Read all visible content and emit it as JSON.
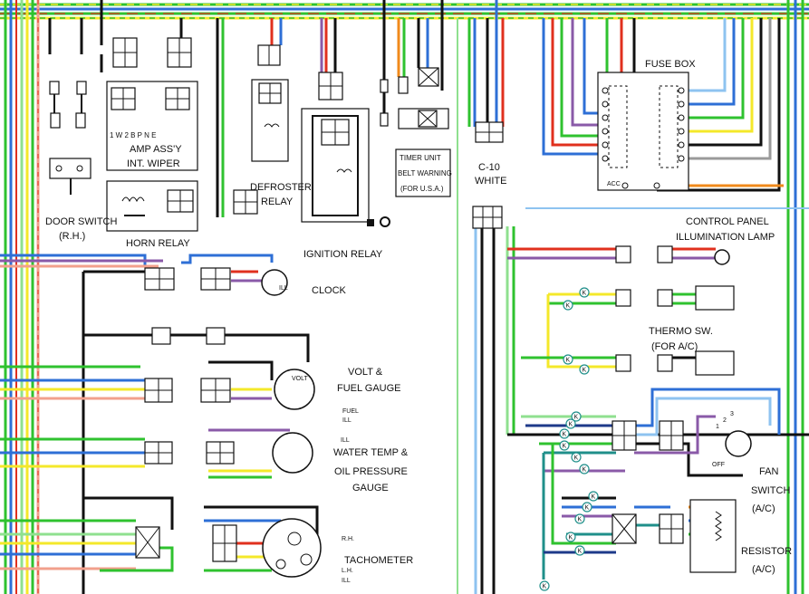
{
  "labels": {
    "door_switch": "DOOR SWITCH",
    "door_switch_side": "(R.H.)",
    "amp_pins": "1  W   2   B  P  N  E",
    "amp_assy": "AMP ASS'Y",
    "int_wiper": "INT. WIPER",
    "horn_relay": "HORN RELAY",
    "defroster": "DEFROSTER",
    "relay": "RELAY",
    "ignition_relay": "IGNITION RELAY",
    "timer_unit": "TIMER UNIT",
    "belt_warning": "BELT WARNING",
    "for_usa": "(FOR U.S.A.)",
    "c10": "C-10",
    "white": "WHITE",
    "fuse_box": "FUSE BOX",
    "acc": "ACC",
    "control_panel": "CONTROL PANEL",
    "illumination_lamp": "ILLUMINATION LAMP",
    "clock": "CLOCK",
    "ill": "ILL",
    "volt_amp": "VOLT &",
    "fuel_gauge": "FUEL GAUGE",
    "volt": "VOLT",
    "fuel": "FUEL",
    "water_temp": "WATER TEMP &",
    "oil_pressure": "OIL PRESSURE",
    "gauge": "GAUGE",
    "thermo_sw": "THERMO SW.",
    "for_ac": "(FOR A/C)",
    "fan": "FAN",
    "switch": "SWITCH",
    "ac": "(A/C)",
    "off": "OFF",
    "fan_pos_1": "1",
    "fan_pos_2": "2",
    "fan_pos_3": "3",
    "resistor": "RESISTOR",
    "tachometer": "TACHOMETER",
    "rh": "R.H.",
    "lh": "L.H.",
    "k": "K"
  },
  "colors": {
    "black": "#111111",
    "green": "#2fc22f",
    "lightgreen": "#8fe08f",
    "blue": "#2e6fd6",
    "lightblue": "#8ec3f0",
    "red": "#e0301e",
    "pink": "#f2a08c",
    "yellow": "#f4e82a",
    "purple": "#8a5aa8",
    "orange": "#f08a1c",
    "teal": "#1f8f8a",
    "navy": "#1e3a8a",
    "grey": "#9a9a9a"
  }
}
